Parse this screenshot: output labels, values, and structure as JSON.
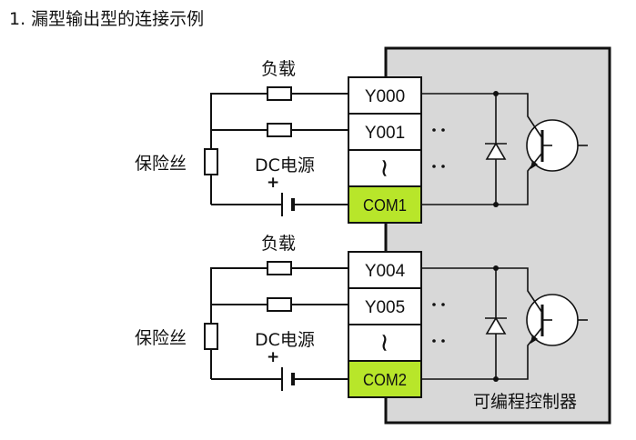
{
  "title": "1. 漏型输出型的连接示例",
  "plc_label": "可编程控制器",
  "colors": {
    "plc_fill": "#d8d8d8",
    "com_fill": "#b8e62a",
    "terminal_fill": "#ffffff",
    "wire": "#111111"
  },
  "groups": [
    {
      "load_label": "负载",
      "fuse_label": "保险丝",
      "dc_label": "DC电源",
      "plus": "+",
      "terminals": [
        "Y000",
        "Y001",
        "~",
        "COM1"
      ]
    },
    {
      "load_label": "负载",
      "fuse_label": "保险丝",
      "dc_label": "DC电源",
      "plus": "+",
      "terminals": [
        "Y004",
        "Y005",
        "~",
        "COM2"
      ]
    }
  ]
}
